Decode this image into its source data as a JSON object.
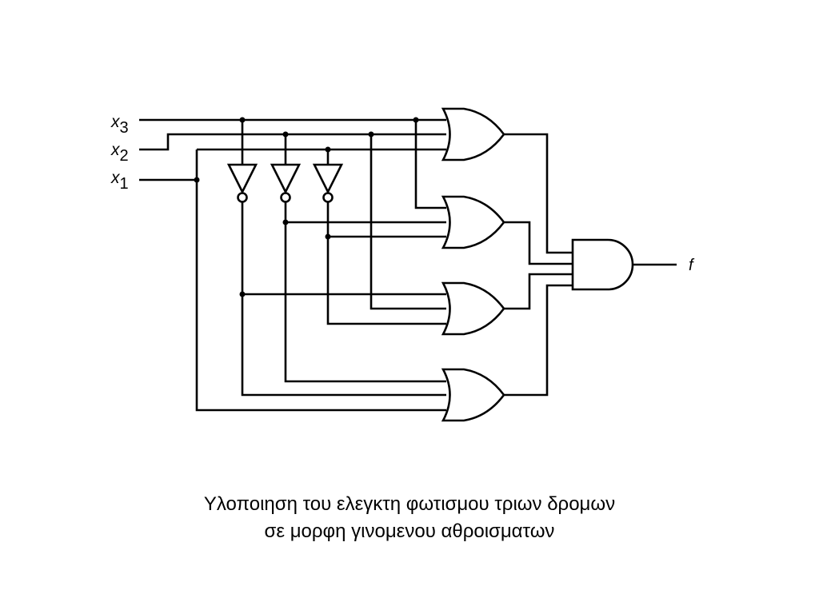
{
  "inputs": [
    {
      "var": "x",
      "sub": "3"
    },
    {
      "var": "x",
      "sub": "2"
    },
    {
      "var": "x",
      "sub": "1"
    }
  ],
  "output": "f",
  "caption": {
    "line1": "Υλοποιηση του ελεγκτη φωτισμου τριων δρομων",
    "line2": "σε μορφη γινομενου αθροισματων"
  }
}
